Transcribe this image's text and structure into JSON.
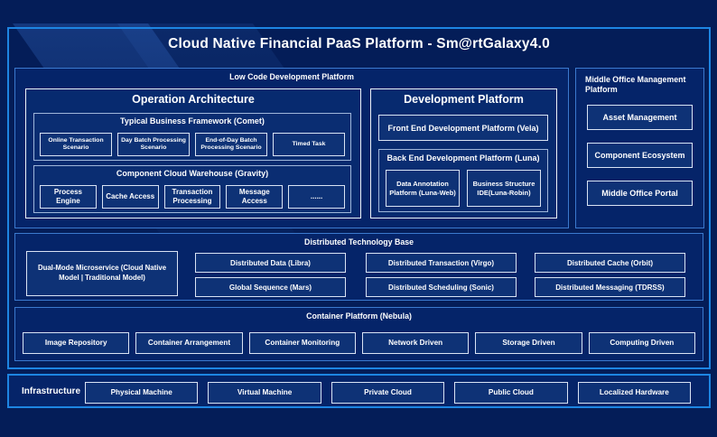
{
  "title": "Cloud Native Financial PaaS Platform - Sm@rtGalaxy4.0",
  "colors": {
    "background": "#041d58",
    "frame_border": "#1d85e2",
    "section_border": "#3b79ce",
    "box_border": "#eef2f9",
    "item_fill": "#0e3276",
    "text": "#ffffff"
  },
  "lowcode": {
    "label": "Low Code Development Platform",
    "operation": {
      "title": "Operation Architecture",
      "comet": {
        "label": "Typical Business Framework (Comet)",
        "items": [
          "Online Transaction Scenario",
          "Day Batch Processing Scenario",
          "End-of-Day Batch Processing Scenario",
          "Timed Task"
        ]
      },
      "gravity": {
        "label": "Component Cloud Warehouse (Gravity)",
        "items": [
          "Process Engine",
          "Cache Access",
          "Transaction Processing",
          "Message Access",
          "......"
        ]
      }
    },
    "development": {
      "title": "Development Platform",
      "frontend": "Front End Development Platform (Vela)",
      "backend": {
        "label": "Back End Development Platform (Luna)",
        "items": [
          "Data Annotation Platform (Luna-Web)",
          "Business Structure IDE(Luna-Robin)"
        ]
      }
    }
  },
  "middle_office": {
    "label": "Middle Office Management Platform",
    "items": [
      "Asset Management",
      "Component Ecosystem",
      "Middle Office Portal"
    ]
  },
  "distributed": {
    "label": "Distributed Technology Base",
    "microservice": "Dual-Mode Microservice (Cloud Native Model | Traditional Model)",
    "row1": [
      "Distributed Data (Libra)",
      "Distributed Transaction (Virgo)",
      "Distributed Cache (Orbit)"
    ],
    "row2": [
      "Global Sequence (Mars)",
      "Distributed Scheduling (Sonic)",
      "Distributed Messaging (TDRSS)"
    ]
  },
  "container": {
    "label": "Container Platform (Nebula)",
    "items": [
      "Image Repository",
      "Container Arrangement",
      "Container Monitoring",
      "Network Driven",
      "Storage Driven",
      "Computing Driven"
    ]
  },
  "infrastructure": {
    "label": "Infrastructure",
    "items": [
      "Physical Machine",
      "Virtual Machine",
      "Private Cloud",
      "Public Cloud",
      "Localized Hardware"
    ]
  }
}
